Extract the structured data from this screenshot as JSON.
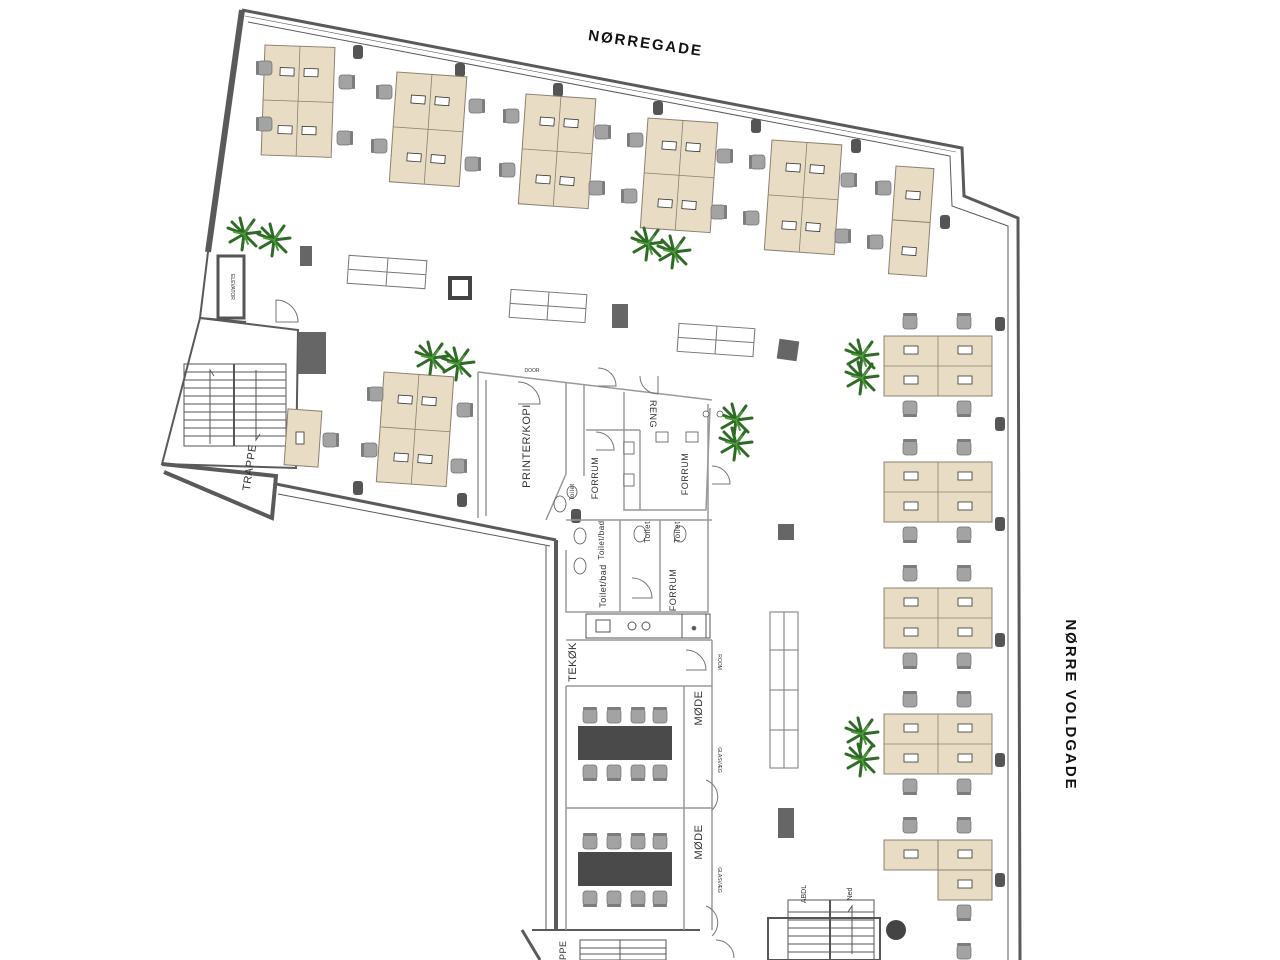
{
  "streets": {
    "north": "NØRREGADE",
    "east": "NØRRE VOLDGADE"
  },
  "rooms": {
    "elevator": "ELEVATOR",
    "stairs": "TRAPPE",
    "stairs_bottom": "TRAPPE",
    "printer": "PRINTER/KOPI",
    "closet_top": "DOOR",
    "cleaning": "RENG",
    "anteroom_1": "FORRUM",
    "anteroom_2": "FORRUM",
    "anteroom_3": "FORRUM",
    "toilet_1": "Toilet",
    "toilet_2": "Toilet",
    "toilet_3": "Toilet",
    "toilet_bath_1": "Toilet/bad",
    "toilet_bath_2": "Toilet/bad",
    "tea_kitchen": "TEKØK",
    "room_door": "ROOM",
    "meeting_1": "MØDE",
    "meeting_2": "MØDE",
    "glass_1": "GLASVÆG",
    "glass_2": "GLASVÆG",
    "stairs_up": "Ned",
    "stairs_label": "ABDL"
  },
  "colors": {
    "wall": "#5a5a5a",
    "desk": "#e8dcc4",
    "chair": "#9a9a9a",
    "table": "#4a4a4a",
    "plant": "#2e6b24",
    "line": "#8a8a8a"
  }
}
